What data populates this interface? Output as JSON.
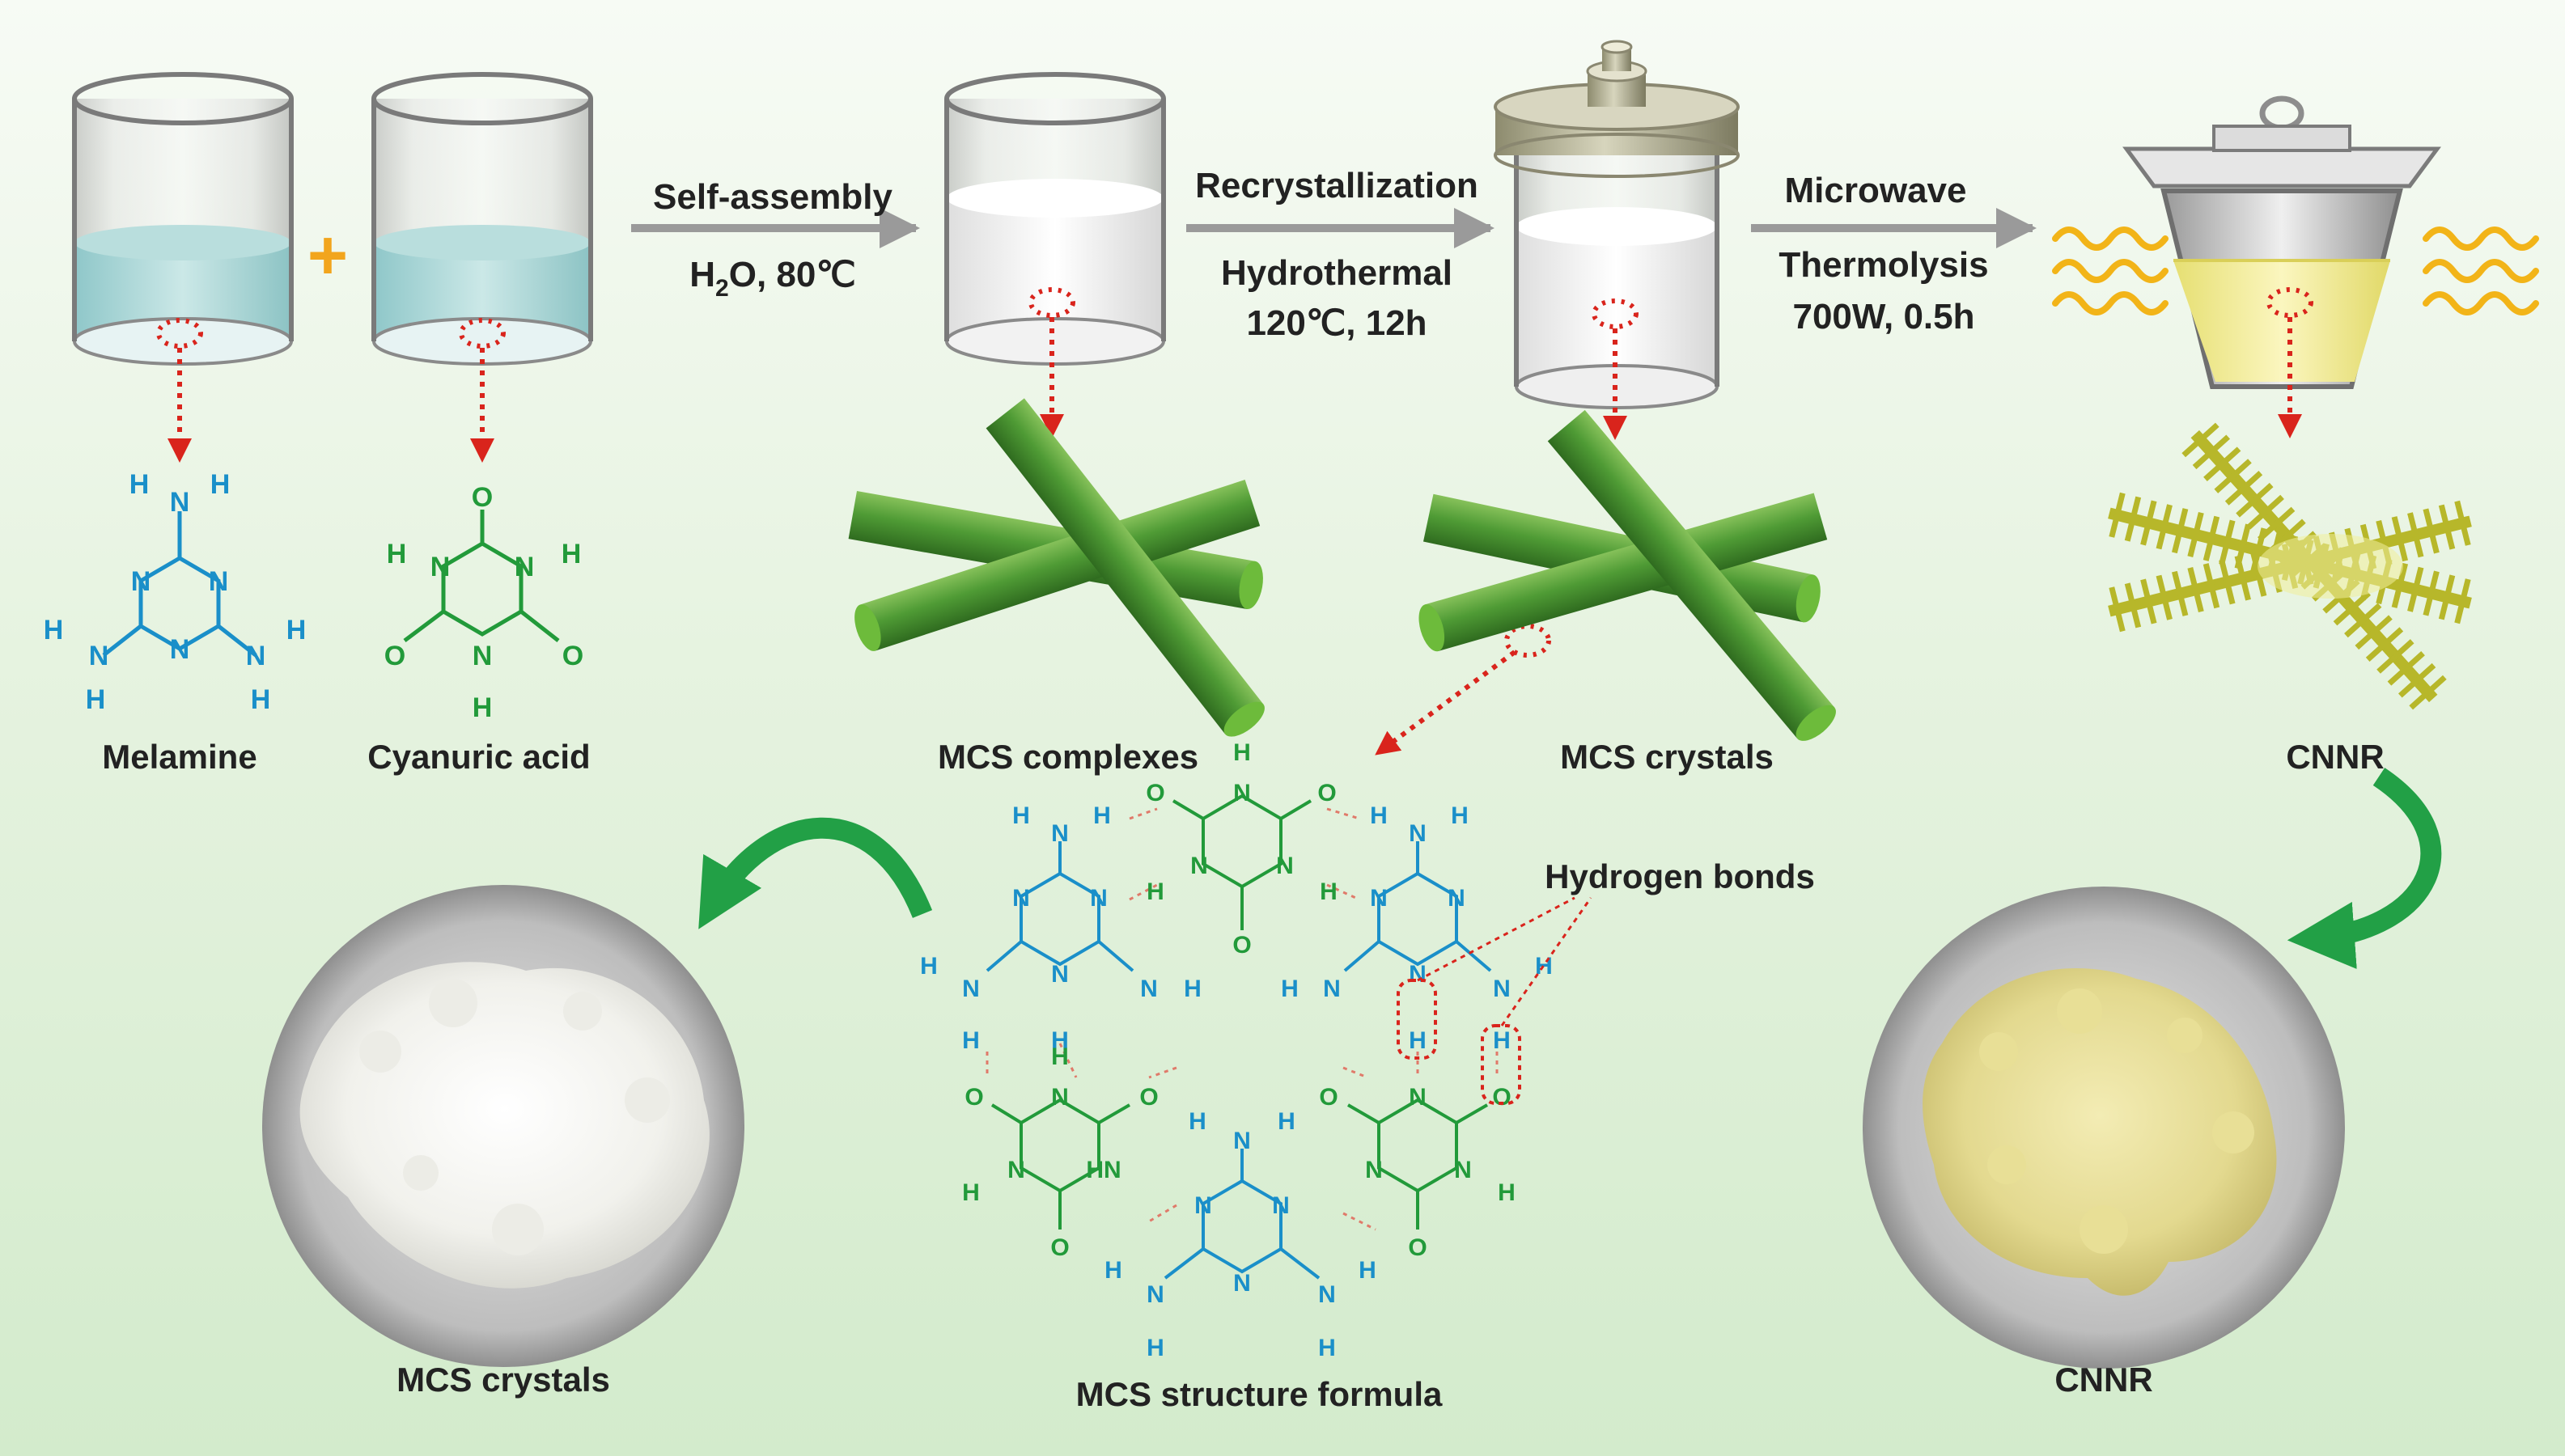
{
  "step_labels": {
    "self_assembly": "Self-assembly",
    "h2o_prefix": "H",
    "h2o_sub": "2",
    "h2o_suffix": "O, 80℃",
    "recrystallization": "Recrystallization",
    "hydrothermal": "Hydrothermal",
    "hydrothermal_cond": "120℃, 12h",
    "microwave": "Microwave",
    "thermolysis": "Thermolysis",
    "thermolysis_cond": "700W, 0.5h"
  },
  "plus_sign": "+",
  "captions": {
    "melamine": "Melamine",
    "cyanuric_acid": "Cyanuric acid",
    "mcs_complexes": "MCS complexes",
    "mcs_crystals_top": "MCS crystals",
    "cnnr_top": "CNNR",
    "mcs_crystals_photo": "MCS crystals",
    "mcs_structure_formula": "MCS structure formula",
    "cnnr_photo": "CNNR",
    "hydrogen_bonds": "Hydrogen bonds"
  },
  "atoms": {
    "N": "N",
    "H": "H",
    "O": "O",
    "HN": "HN"
  },
  "colors": {
    "melamine": "#1a8fc9",
    "cyanuric": "#229a3a",
    "arrow_red": "#d9241c",
    "rod_green": "#4f9b35",
    "cnnr_yellow": "#c6c83a",
    "step_arrow": "#9a9a9a",
    "curve_arrow": "#22a046",
    "plus": "#f2a51d",
    "wave": "#f2b418"
  }
}
